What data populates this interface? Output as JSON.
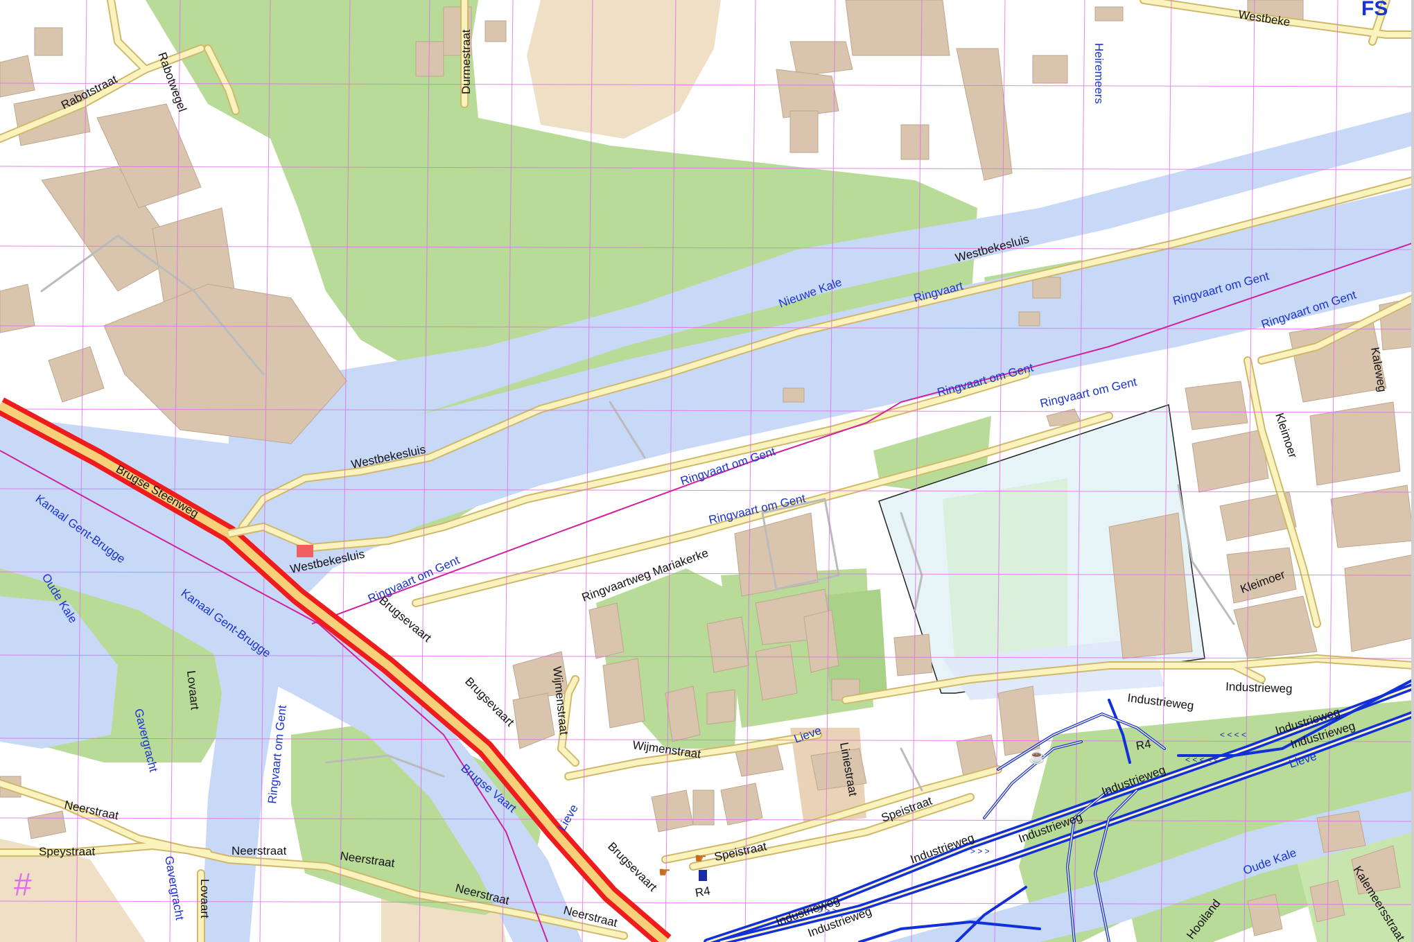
{
  "colors": {
    "background": "#ffffff",
    "water": "#c8d9f7",
    "green": "#b8dc98",
    "green_dark": "#a9d188",
    "building": "#d9c4ae",
    "building_edge": "#c0a68e",
    "road_fill": "#fbf3bd",
    "road_edge": "#cfb86a",
    "motorway_red": "#ee1c1c",
    "motorway_fill": "#f7d07a",
    "blue_route": "#1230d8",
    "grid_magenta": "#e070e8",
    "path_magenta": "#d0209e",
    "sand": "#efdfc5",
    "industrial": "#e6f4f8"
  },
  "roads": {
    "westbeke": "Westbeke",
    "rabotstraat": "Rabotstraat",
    "rabotwegel": "Rabotwegel",
    "durmestraat": "Durmestraat",
    "westbekesluis_1": "Westbekesluis",
    "westbekesluis_2": "Westbekesluis",
    "westbekesluis_3": "Westbekesluis",
    "brugse_steenweg": "Brugse Steenweg",
    "brugsevaart_1": "Brugsevaart",
    "brugsevaart_2": "Brugsevaart",
    "brugsevaart_3": "Brugsevaart",
    "ringvaartweg": "Ringvaartweg Mariakerke",
    "kaleweg": "Kaleweg",
    "kleimoer_1": "Kleimoer",
    "kleimoer_2": "Kleimoer",
    "industrieweg_1": "Industrieweg",
    "industrieweg_2": "Industrieweg",
    "industrieweg_3": "Industrieweg",
    "industrieweg_4": "Industrieweg",
    "industrieweg_5": "Industrieweg",
    "industrieweg_6": "Industrieweg",
    "industrieweg_7": "Industrieweg",
    "industrieweg_8": "Industrieweg",
    "industrieweg_9": "Industrieweg",
    "r4_1": "R4",
    "r4_2": "R4",
    "wijmenstraat_1": "Wijmenstraat",
    "wijmenstraat_2": "Wijmenstraat",
    "liniestraat": "Liniestraat",
    "speistraat_1": "Speistraat",
    "speistraat_2": "Speistraat",
    "neerstraat_1": "Neerstraat",
    "neerstraat_2": "Neerstraat",
    "neerstraat_3": "Neerstraat",
    "neerstraat_4": "Neerstraat",
    "neerstraat_5": "Neerstraat",
    "speystraat": "Speystraat",
    "lovaart_1": "Lovaart",
    "lovaart_2": "Lovaart",
    "hooiland": "Hooiland",
    "kalemeersstraat": "Kalemeersstraat"
  },
  "water": {
    "heiremeers": "Heiremeers",
    "nieuwe_kale": "Nieuwe Kale",
    "ringvaart_1": "Ringvaart",
    "ringvaart_om_gent_1": "Ringvaart om Gent",
    "ringvaart_om_gent_2": "Ringvaart om Gent",
    "ringvaart_om_gent_3": "Ringvaart om Gent",
    "ringvaart_om_gent_4": "Ringvaart om Gent",
    "ringvaart_om_gent_5": "Ringvaart om Gent",
    "ringvaart_om_gent_6": "Ringvaart om Gent",
    "ringvaart_om_gent_7": "Ringvaart om Gent",
    "ringvaart_om_gent_8": "Ringvaart om Gent",
    "kanaal_1": "Kanaal Gent-Brugge",
    "kanaal_2": "Kanaal Gent-Brugge",
    "oude_kale_1": "Oude Kale",
    "oude_kale_2": "Oude Kale",
    "gavergracht_1": "Gavergracht",
    "gavergracht_2": "Gavergracht",
    "brugse_vaart": "Brugse Vaart",
    "lieve_1": "Lieve",
    "lieve_2": "Lieve",
    "lieve_3": "Lieve"
  },
  "symbols": {
    "hash_mark": "#"
  }
}
